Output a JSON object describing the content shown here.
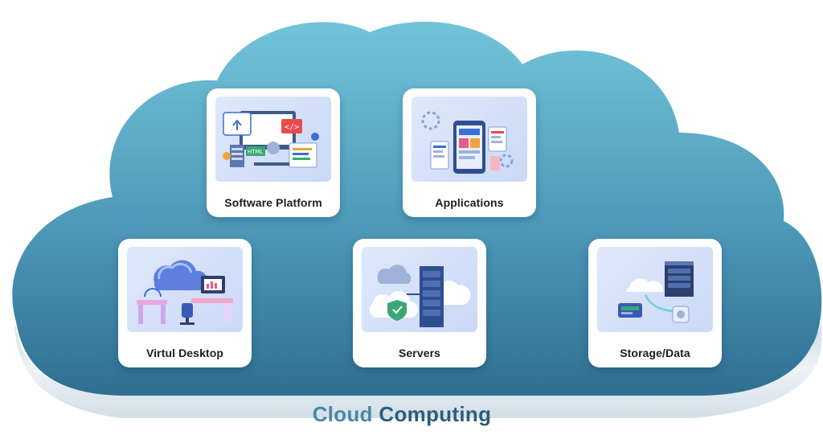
{
  "title": {
    "part1": "Cloud",
    "part2": "Computing",
    "color1": "#4a87a6",
    "color2": "#2d5d79"
  },
  "colors": {
    "cloud_top": "#6dc0d6",
    "cloud_bottom": "#2e6f93",
    "base": "#e3ecf3"
  },
  "cards": [
    {
      "id": "software-platform",
      "label": "Software Platform",
      "icon": "software-platform-illustration"
    },
    {
      "id": "applications",
      "label": "Applications",
      "icon": "applications-illustration"
    },
    {
      "id": "virtual-desktop",
      "label": "Virtul Desktop",
      "icon": "virtual-desktop-illustration"
    },
    {
      "id": "servers",
      "label": "Servers",
      "icon": "servers-illustration"
    },
    {
      "id": "storage-data",
      "label": "Storage/Data",
      "icon": "storage-data-illustration"
    }
  ]
}
